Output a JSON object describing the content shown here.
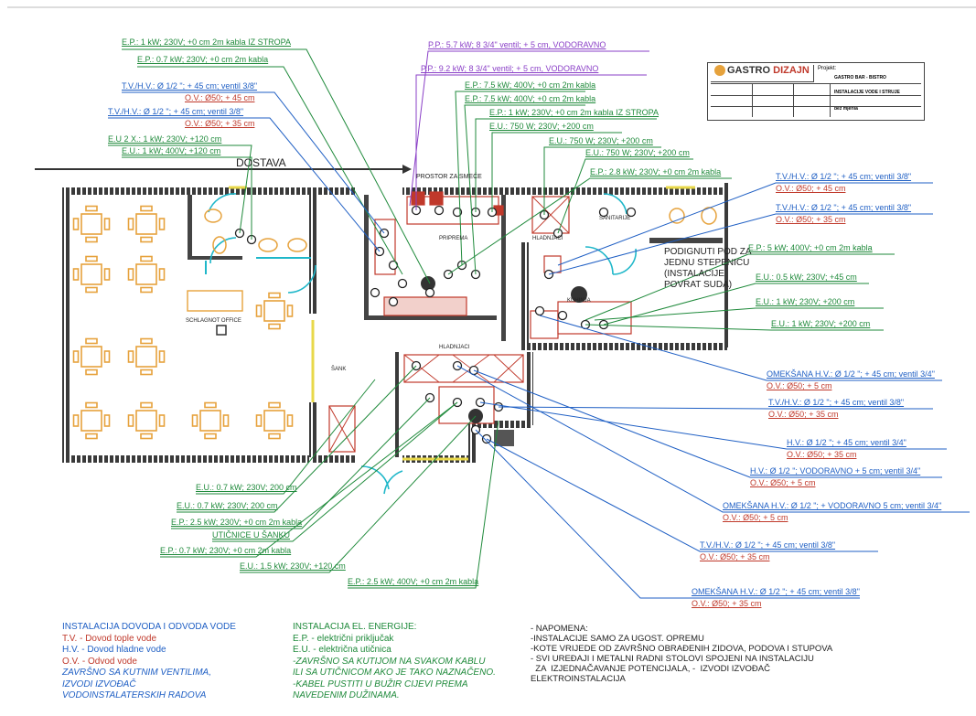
{
  "colors": {
    "green": "#1f8a3b",
    "blue": "#1f5fc4",
    "red": "#c0392b",
    "purple": "#8a3fc7",
    "wall": "#444444",
    "furniture": "#e6a23c",
    "water": "#1fb7c9"
  },
  "title_block": {
    "logo_a": "GASTRO",
    "logo_b": "DIZAJN",
    "field_label": "Projekt:",
    "project": "GASTRO BAR - BISTRO",
    "sheet": "INSTALACIJE VODE I STRUJE",
    "scale": "bez mjerila"
  },
  "rooms": {
    "dostava": "DOSTAVA",
    "prostor_za_smece": "PROSTOR ZA SMEĆE",
    "priprema": "PRIPREMA",
    "hladnjaci": "HLADNJACI",
    "sanitarije": "SANITARIJE",
    "kuhinja": "KUHINJA",
    "office": "SCHLAGNOT OFFICE",
    "sank": "ŠANK",
    "podignuti_pod": "PODIGNUTI POD ZA JEDNU STEPENICU (INSTALACIJE POVRAT SUDA)"
  },
  "callouts_left": [
    {
      "text": "E.P.: 1 kW; 230V; +0 cm 2m kabla IZ STROPA",
      "cls": "g"
    },
    {
      "text": "E.P.: 0.7 kW; 230V; +0 cm 2m kabla",
      "cls": "g"
    },
    {
      "text": "T.V./H.V.: Ø 1/2 \"; + 45 cm; ventil 3/8\"",
      "cls": "b"
    },
    {
      "text": "O.V.: Ø50; + 45 cm",
      "cls": "r"
    },
    {
      "text": "T.V./H.V.: Ø 1/2 \"; + 45 cm; ventil 3/8\"",
      "cls": "b"
    },
    {
      "text": "O.V.: Ø50; + 35 cm",
      "cls": "r"
    },
    {
      "text": "E.U 2 X.: 1 kW; 230V; +120 cm",
      "cls": "g"
    },
    {
      "text": "E.U.: 1 kW; 400V; +120 cm",
      "cls": "g"
    }
  ],
  "callouts_top": [
    {
      "text": "P.P.: 5.7 kW; 8 3/4\" ventil; + 5 cm, VODORAVNO",
      "cls": "p"
    },
    {
      "text": "P.P.: 9.2 kW; 8 3/4\" ventil; + 5 cm, VODORAVNO",
      "cls": "p"
    },
    {
      "text": "E.P.: 7.5 kW; 400V; +0 cm 2m kabla",
      "cls": "g"
    },
    {
      "text": "E.P.: 7.5 kW; 400V; +0 cm 2m kabla",
      "cls": "g"
    },
    {
      "text": "E.P.: 1 kW; 230V; +0 cm 2m kabla IZ STROPA",
      "cls": "g"
    },
    {
      "text": "E.U.: 750 W; 230V; +200 cm",
      "cls": "g"
    },
    {
      "text": "E.U.: 750 W; 230V; +200 cm",
      "cls": "g"
    },
    {
      "text": "E.U.: 750 W; 230V; +200 cm",
      "cls": "g"
    },
    {
      "text": "E.P.: 2.8 kW; 230V; +0 cm 2m kabla",
      "cls": "g"
    }
  ],
  "callouts_right": [
    {
      "text": "T.V./H.V.: Ø 1/2 \"; + 45 cm; ventil 3/8\"",
      "cls": "b"
    },
    {
      "text": "O.V.: Ø50; + 45 cm",
      "cls": "r"
    },
    {
      "text": "T.V./H.V.: Ø 1/2 \"; + 45 cm; ventil 3/8\"",
      "cls": "b"
    },
    {
      "text": "O.V.: Ø50; + 35 cm",
      "cls": "r"
    },
    {
      "text": "E.P.: 5 kW; 400V; +0 cm 2m kabla",
      "cls": "g"
    },
    {
      "text": "E.U.: 0.5 kW; 230V; +45 cm",
      "cls": "g"
    },
    {
      "text": "E.U.: 1 kW; 230V; +200 cm",
      "cls": "g"
    },
    {
      "text": "E.U.: 1 kW; 230V; +200 cm",
      "cls": "g"
    },
    {
      "text": "OMEKŠANA H.V.: Ø 1/2 \"; + 45 cm; ventil 3/4\"",
      "cls": "b"
    },
    {
      "text": "O.V.: Ø50; + 5 cm",
      "cls": "r"
    },
    {
      "text": "T.V./H.V.: Ø 1/2 \"; + 45 cm; ventil 3/8\"",
      "cls": "b"
    },
    {
      "text": "O.V.: Ø50; + 35 cm",
      "cls": "r"
    },
    {
      "text": "H.V.: Ø 1/2 \"; + 45 cm; ventil 3/4\"",
      "cls": "b"
    },
    {
      "text": "O.V.: Ø50; + 35 cm",
      "cls": "r"
    },
    {
      "text": "H.V.: Ø 1/2 \"; VODORAVNO + 5 cm; ventil 3/4\"",
      "cls": "b"
    },
    {
      "text": "O.V.: Ø50; + 5 cm",
      "cls": "r"
    },
    {
      "text": "OMEKŠANA H.V.: Ø 1/2 \"; + VODORAVNO 5 cm; ventil 3/4\"",
      "cls": "b"
    },
    {
      "text": "O.V.: Ø50; + 5 cm",
      "cls": "r"
    },
    {
      "text": "T.V./H.V.: Ø 1/2 \"; + 45 cm; ventil 3/8\"",
      "cls": "b"
    },
    {
      "text": "O.V.: Ø50; + 35 cm",
      "cls": "r"
    },
    {
      "text": "OMEKŠANA H.V.: Ø 1/2 \"; + 45 cm; ventil 3/8\"",
      "cls": "b"
    },
    {
      "text": "O.V.: Ø50; + 35 cm",
      "cls": "r"
    }
  ],
  "callouts_bottom": [
    {
      "text": "E.U.: 0.7 kW; 230V; 200 cm",
      "cls": "g"
    },
    {
      "text": "E.U.: 0.7 kW; 230V; 200 cm",
      "cls": "g"
    },
    {
      "text": "E.P.: 2.5 kW; 230V; +0 cm 2m kabla",
      "cls": "g"
    },
    {
      "text": "UTIČNICE U ŠANKU",
      "cls": "g"
    },
    {
      "text": "E.P.: 0.7 kW; 230V; +0 cm 2m kabla",
      "cls": "g"
    },
    {
      "text": "E.U.: 1.5 kW; 230V; +120 cm",
      "cls": "g"
    },
    {
      "text": "E.P.: 2.5 kW; 400V; +0 cm 2m kabla",
      "cls": "g"
    }
  ],
  "legend_water": {
    "title": "INSTALACIJA DOVODA I ODVODA VODE",
    "tv": "T.V. - Dovod tople vode",
    "hv": "H.V. - Dovod hladne vode",
    "ov": "O.V. - Odvod vode",
    "note1": "ZAVRŠNO SA KUTNIM VENTILIMA,",
    "note2": "IZVODI IZVOĐAČ",
    "note3": "VODOINSTALATERSKIH RADOVA"
  },
  "legend_power": {
    "title": "INSTALACIJA EL. ENERGIJE:",
    "ep": "E.P. - električni priključak",
    "eu": "E.U. - električna utičnica",
    "note1": "-ZAVRŠNO SA KUTIJOM NA SVAKOM KABLU",
    "note2": "ILI SA UTIČNICOM AKO JE TAKO NAZNAČENO.",
    "note3": "-KABEL PUSTITI U BUŽIR CIJEVI PREMA",
    "note4": "NAVEDENIM DUŽINAMA."
  },
  "notes": {
    "l1": "- NAPOMENA:",
    "l2": "-INSTALACIJE SAMO ZA UGOST. OPREMU",
    "l3": "-KOTE VRIJEDE OD ZAVRŠNO OBRAĐENIH ZIDOVA, PODOVA I STUPOVA",
    "l4": "- SVI UREĐAJI I METALNI RADNI STOLOVI SPOJENI NA  INSTALACIJU",
    "l5": "  ZA  IZJEDNAČAVANJE POTENCIJALA, -  IZVODI IZVOĐAČ",
    "l6": "ELEKTROINSTALACIJA"
  }
}
